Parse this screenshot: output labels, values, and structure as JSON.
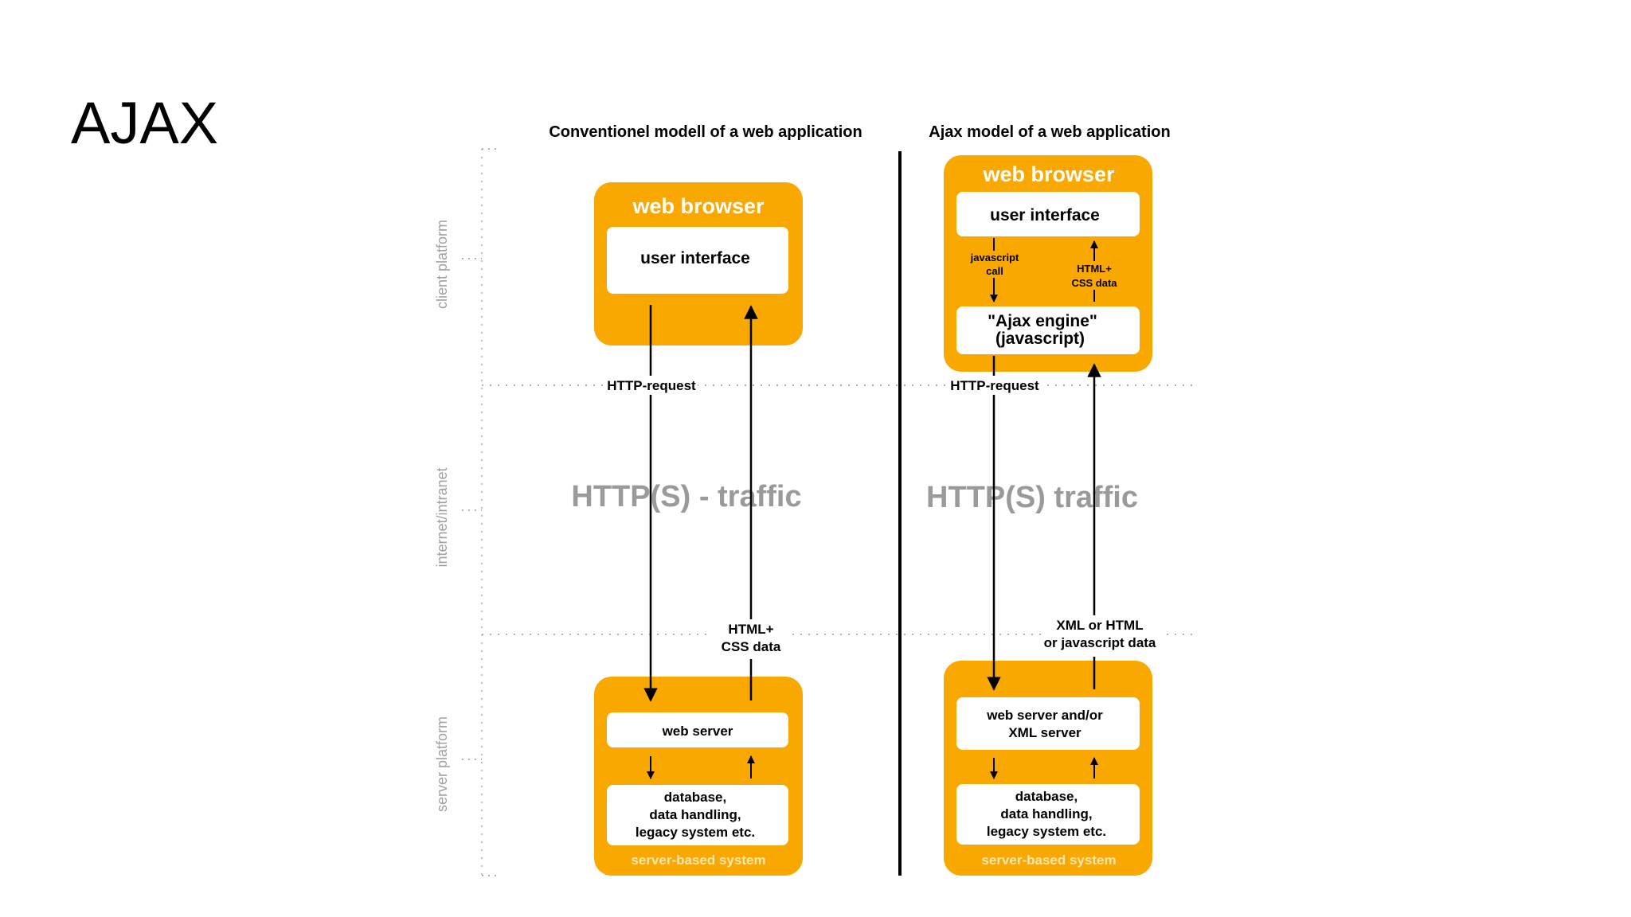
{
  "slide": {
    "title": "AJAX"
  },
  "diagram": {
    "conventional": {
      "title": "Conventionel modell of a web application",
      "browser_heading": "web browser",
      "user_interface": "user interface",
      "request_label": "HTTP-request",
      "traffic_label": "HTTP(S) - traffic",
      "response_label_line1": "HTML+",
      "response_label_line2": "CSS data",
      "web_server": "web server",
      "database_line1": "database,",
      "database_line2": "data handling,",
      "database_line3": "legacy system etc.",
      "server_footer": "server-based system"
    },
    "ajax": {
      "title": "Ajax model of a web application",
      "browser_heading": "web browser",
      "user_interface": "user interface",
      "js_call_line1": "javascript",
      "js_call_line2": "call",
      "html_css_line1": "HTML+",
      "html_css_line2": "CSS data",
      "engine_line1": "\"Ajax engine\"",
      "engine_line2": "(javascript)",
      "request_label": "HTTP-request",
      "traffic_label": "HTTP(S) traffic",
      "response_label_line1": "XML or HTML",
      "response_label_line2": "or javascript data",
      "web_server_line1": "web server and/or",
      "web_server_line2": "XML server",
      "database_line1": "database,",
      "database_line2": "data handling,",
      "database_line3": "legacy system etc.",
      "server_footer": "server-based system"
    },
    "lanes": {
      "client": "client platform",
      "network": "internet/intranet",
      "server": "server platform"
    },
    "colors": {
      "box_orange": "#f8a800",
      "inner_white": "#ffffff",
      "traffic_gray": "#9a9a9a",
      "lane_gray": "#a0a0a0"
    }
  }
}
